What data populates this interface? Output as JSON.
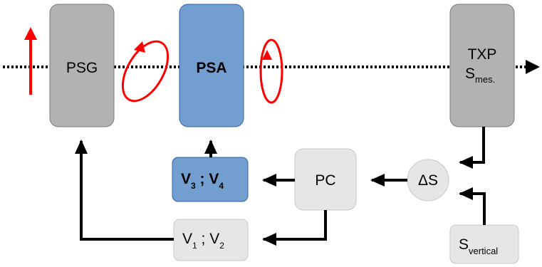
{
  "colors": {
    "gray_block": "#b2b2b2",
    "gray_block_border": "#7a7a7a",
    "blue_block": "#729fcf",
    "blue_block_border": "#3465a4",
    "light_block": "#e6e6e6",
    "light_block_border": "#c8c8c8",
    "arrow": "#000000",
    "polarization": "#ff0000"
  },
  "blocks": {
    "psg": {
      "label": "PSG"
    },
    "psa": {
      "label": "PSA"
    },
    "txp": {
      "line1": "TXP",
      "line2_main": "S",
      "line2_sub": "mes."
    },
    "pc": {
      "label": "PC"
    },
    "delta_s": {
      "label": "ΔS"
    },
    "v34": {
      "v_a": "V",
      "sub_a": "3",
      "sep": " ; ",
      "v_b": "V",
      "sub_b": "4"
    },
    "v12": {
      "v_a": "V",
      "sub_a": "1",
      "sep": " ; ",
      "v_b": "V",
      "sub_b": "2"
    },
    "s_vertical": {
      "main": "S",
      "sub": "vertical"
    }
  },
  "icons": {
    "linear_polarization": "vertical-arrow-icon",
    "elliptical_polarization_1": "tilted-ellipse-icon",
    "elliptical_polarization_2": "vertical-ellipse-icon"
  }
}
